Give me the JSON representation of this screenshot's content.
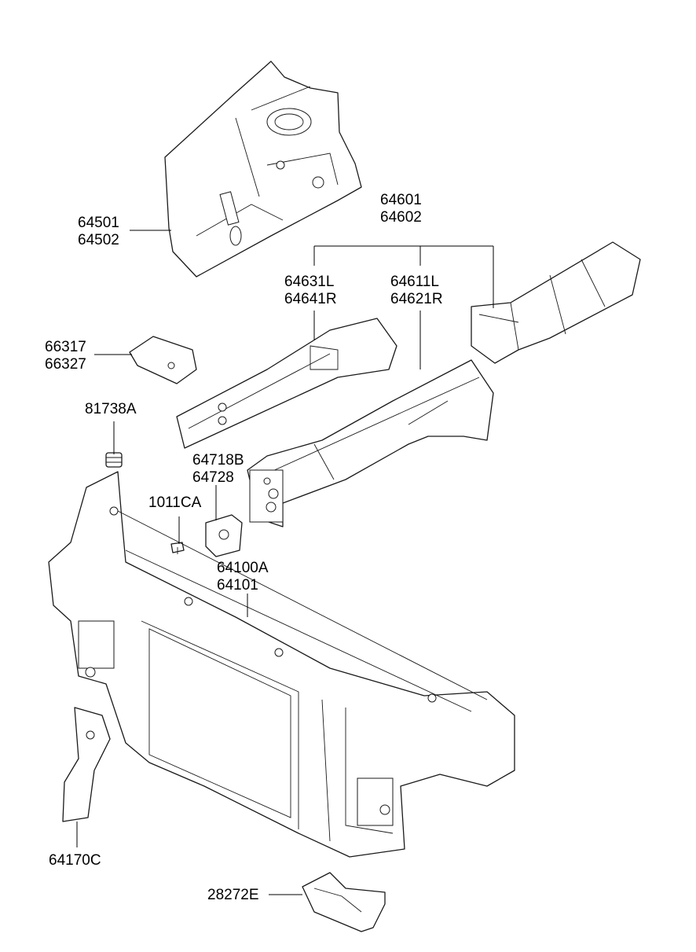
{
  "callouts": [
    {
      "id": "apron",
      "lines": [
        "64501",
        "64502"
      ]
    },
    {
      "id": "member-assy",
      "lines": [
        "64601",
        "64602"
      ]
    },
    {
      "id": "member-left",
      "lines": [
        "64631L",
        "64641R"
      ]
    },
    {
      "id": "member-right",
      "lines": [
        "64611L",
        "64621R"
      ]
    },
    {
      "id": "bracket",
      "lines": [
        "66317",
        "66327"
      ]
    },
    {
      "id": "plug",
      "lines": [
        "81738A"
      ]
    },
    {
      "id": "plate",
      "lines": [
        "64718B",
        "64728"
      ]
    },
    {
      "id": "bolt",
      "lines": [
        "1011CA"
      ]
    },
    {
      "id": "carrier",
      "lines": [
        "64100A",
        "64101"
      ]
    },
    {
      "id": "stay",
      "lines": [
        "64170C"
      ]
    },
    {
      "id": "guard",
      "lines": [
        "28272E"
      ]
    }
  ]
}
